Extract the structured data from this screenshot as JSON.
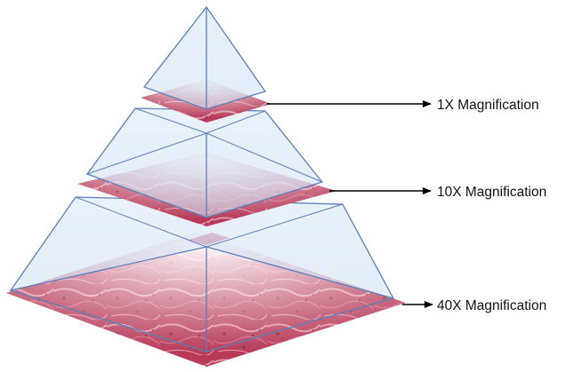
{
  "labels": {
    "level_1": "1X Magnification",
    "level_2": "10X Magnification",
    "level_3": "40X Magnification"
  },
  "colors": {
    "tissue": "#b83a58",
    "tissue_light": "#e9a9bb",
    "glass_edge": "#5b7fbd",
    "glass_fill": "#d6e6f7",
    "arrow": "#000000"
  }
}
